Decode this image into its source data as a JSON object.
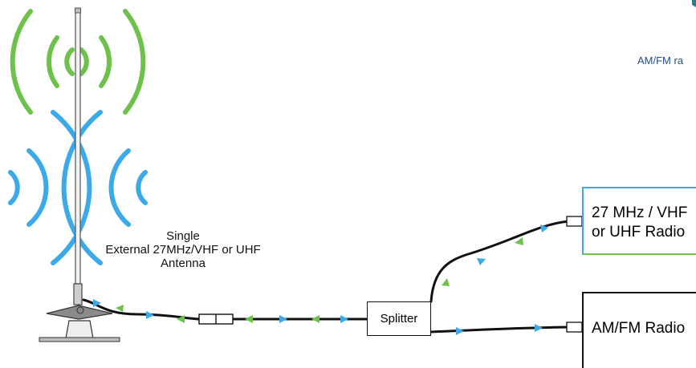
{
  "diagram": {
    "antenna_label": [
      "Single",
      "External 27MHz/VHF or UHF",
      "Antenna"
    ],
    "corner_note": "AM/FM ra",
    "splitter_label": "Splitter",
    "cb_radio_label": [
      "27 MHz / VHF",
      "or UHF Radio"
    ],
    "am_fm_radio_label": "AM/FM Radio"
  },
  "colors": {
    "green_wave": "#6ec14b",
    "blue_wave": "#3ca9e8",
    "cable": "#111111",
    "box_border": "#111111"
  }
}
